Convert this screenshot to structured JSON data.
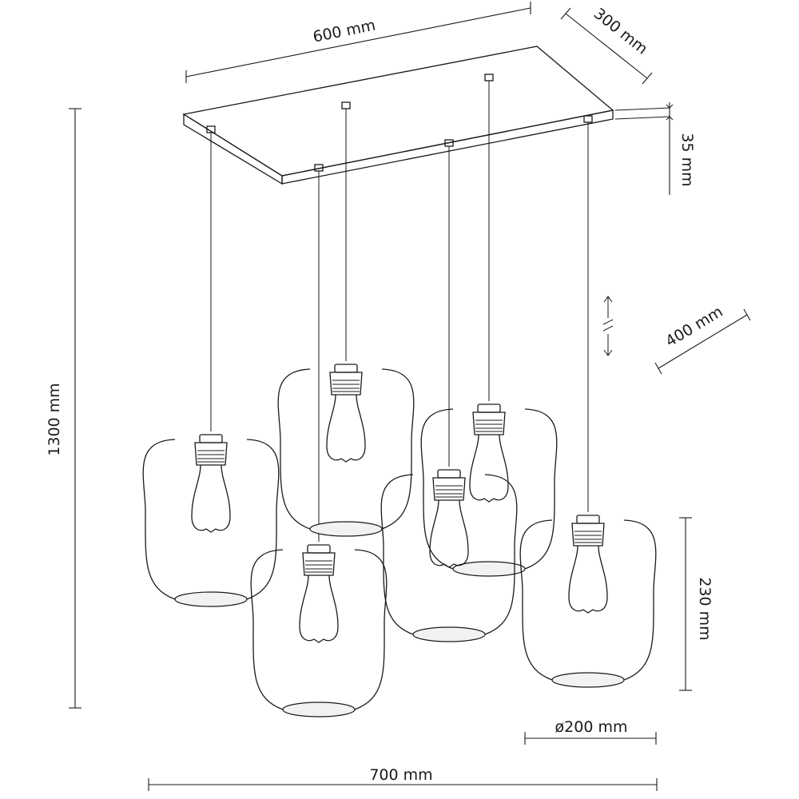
{
  "dimensions": {
    "width_top": "600 mm",
    "depth_top": "300 mm",
    "plate_thickness": "35 mm",
    "total_height": "1300 mm",
    "cable_adjust": "400 mm",
    "shade_height": "230 mm",
    "shade_diameter": "ø200 mm",
    "total_width": "700 mm"
  },
  "lamp_count": 6
}
